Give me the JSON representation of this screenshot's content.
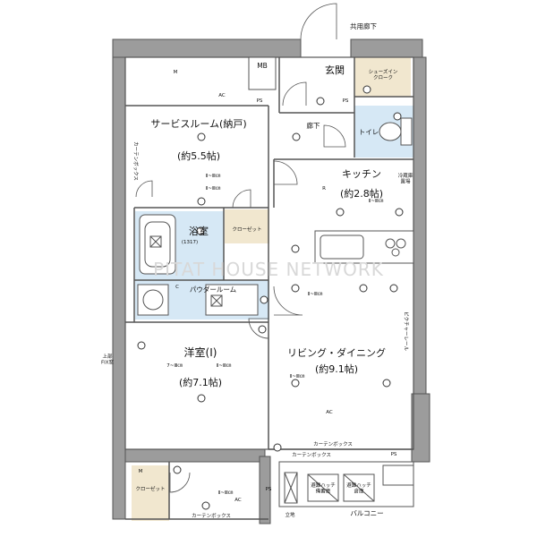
{
  "rooms": {
    "common_corridor": "共用廊下",
    "mb": "MB",
    "entrance": "玄関",
    "shoes_closet": "シューズイン\nクローク",
    "service_room": "サービスルーム(納戸)",
    "service_room_area": "(約5.5帖)",
    "hallway": "廊下",
    "toilet": "トイレ",
    "kitchen": "キッチン",
    "kitchen_area": "(約2.8帖)",
    "fridge": "冷蔵庫\n置場",
    "bath": "浴室",
    "bath_size": "(1317)",
    "closet_mid": "クローゼット",
    "powder": "パウダールーム",
    "western": "洋室(I)",
    "western_area": "(約7.1帖)",
    "living": "リビング・ダイニング",
    "living_area": "(約9.1帖)",
    "closet_bottom": "クローゼット",
    "balcony": "バルコニー",
    "hatch1": "避難ハッチ\n備蓄庫",
    "hatch2": "避難ハッチ\n倉庫"
  },
  "labels": {
    "ps": "PS",
    "ac": "AC",
    "m": "M",
    "c": "C",
    "r": "R",
    "curtain_box": "カーテンボックス",
    "picture_rail": "ピクチャーレール",
    "window_fix": "上部\nFIX窓",
    "curtain_box_left": "カーテンボックス",
    "light_note": "Ⅱ~Ⅲ㎝",
    "light_note2": "7~Ⅲ㎝",
    "ground": "立地",
    "watermark": "PITAT HOUSE NETWORK"
  }
}
